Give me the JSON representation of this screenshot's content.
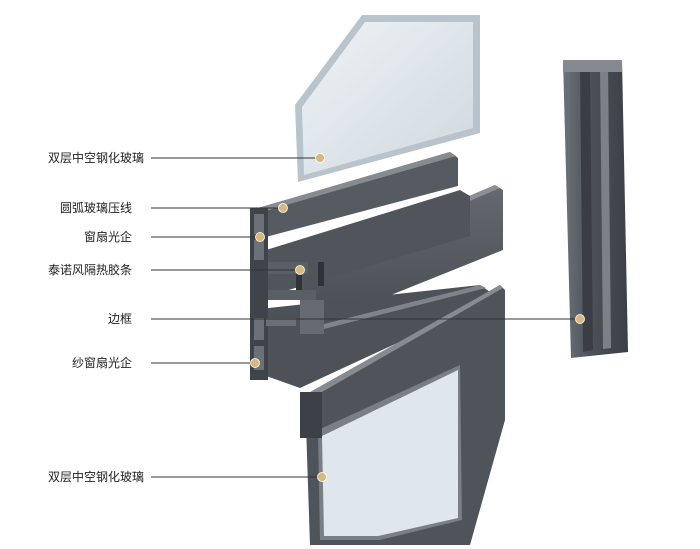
{
  "labels": [
    {
      "id": "glass-top",
      "text": "双层中空钢化玻璃"
    },
    {
      "id": "glazing-bead",
      "text": "圆弧玻璃压线"
    },
    {
      "id": "sash-mullion",
      "text": "窗扇光企"
    },
    {
      "id": "thermal-strip",
      "text": "泰诺风隔热胶条"
    },
    {
      "id": "frame",
      "text": "边框"
    },
    {
      "id": "screen-mullion",
      "text": "纱窗扇光企"
    },
    {
      "id": "glass-bottom",
      "text": "双层中空钢化玻璃"
    }
  ],
  "colors": {
    "profile_dark": "#4a4f55",
    "profile_mid": "#5c6168",
    "profile_light": "#7b8087",
    "glass": "#dfe6ec",
    "marker": "#d8b97a",
    "leader": "#333333"
  }
}
